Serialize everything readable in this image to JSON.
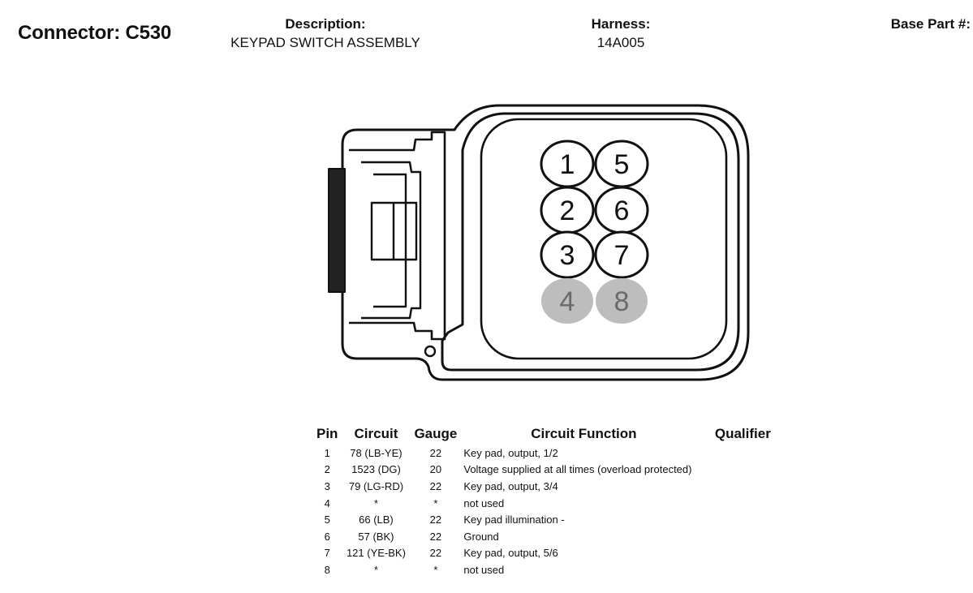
{
  "header": {
    "connector": "Connector: C530",
    "description_label": "Description:",
    "description_value": "KEYPAD SWITCH ASSEMBLY",
    "harness_label": "Harness:",
    "harness_value": "14A005",
    "base_part_label": "Base Part #:",
    "base_part_value": ""
  },
  "colors": {
    "outline": "#111111",
    "unused_pin": "#bdbdbd",
    "unused_pin_text": "#6a6a6a"
  },
  "pins": [
    {
      "pin": "1",
      "used": true
    },
    {
      "pin": "2",
      "used": true
    },
    {
      "pin": "3",
      "used": true
    },
    {
      "pin": "4",
      "used": false
    },
    {
      "pin": "5",
      "used": true
    },
    {
      "pin": "6",
      "used": true
    },
    {
      "pin": "7",
      "used": true
    },
    {
      "pin": "8",
      "used": false
    }
  ],
  "table": {
    "headers": [
      "Pin",
      "Circuit",
      "Gauge",
      "Circuit Function",
      "Qualifier"
    ],
    "rows": [
      {
        "pin": "1",
        "circuit": "78 (LB-YE)",
        "gauge": "22",
        "function": "Key pad, output, 1/2",
        "qualifier": ""
      },
      {
        "pin": "2",
        "circuit": "1523 (DG)",
        "gauge": "20",
        "function": "Voltage supplied at all times (overload protected)",
        "qualifier": ""
      },
      {
        "pin": "3",
        "circuit": "79 (LG-RD)",
        "gauge": "22",
        "function": "Key pad, output, 3/4",
        "qualifier": ""
      },
      {
        "pin": "4",
        "circuit": "*",
        "gauge": "*",
        "function": "not used",
        "qualifier": ""
      },
      {
        "pin": "5",
        "circuit": "66 (LB)",
        "gauge": "22",
        "function": "Key pad illumination -",
        "qualifier": ""
      },
      {
        "pin": "6",
        "circuit": "57 (BK)",
        "gauge": "22",
        "function": "Ground",
        "qualifier": ""
      },
      {
        "pin": "7",
        "circuit": "121 (YE-BK)",
        "gauge": "22",
        "function": "Key pad, output, 5/6",
        "qualifier": ""
      },
      {
        "pin": "8",
        "circuit": "*",
        "gauge": "*",
        "function": "not used",
        "qualifier": ""
      }
    ]
  }
}
